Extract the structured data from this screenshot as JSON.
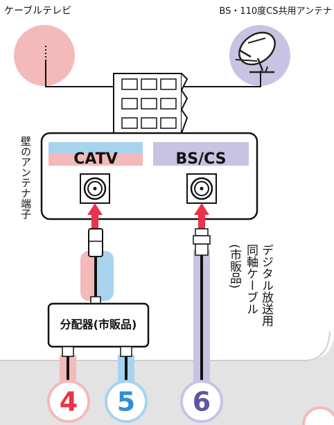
{
  "labels": {
    "catv_source": "ケーブルテレビ",
    "bs_antenna": "BS・110度CS共用アンテナ",
    "wall_terminal": "壁のアンテナ端子",
    "catv_port": "CATV",
    "bscs_port": "BS/CS",
    "splitter": "分配器(市販品)",
    "coax_cable_line1": "デジタル放送用",
    "coax_cable_line2": "同軸ケーブル",
    "coax_cable_line3": "(市販品)"
  },
  "markers": [
    "4",
    "5",
    "6"
  ],
  "colors": {
    "catv_pink": "#f4b9b9",
    "catv_blue": "#a7d3ee",
    "bscs_purple": "#c8c3e3",
    "arrow_red": "#e8334a",
    "marker_red": "#e8334a",
    "marker_blue": "#2f8fd6",
    "marker_purple": "#5e56a4",
    "gray_background": "#e3e3e3"
  }
}
